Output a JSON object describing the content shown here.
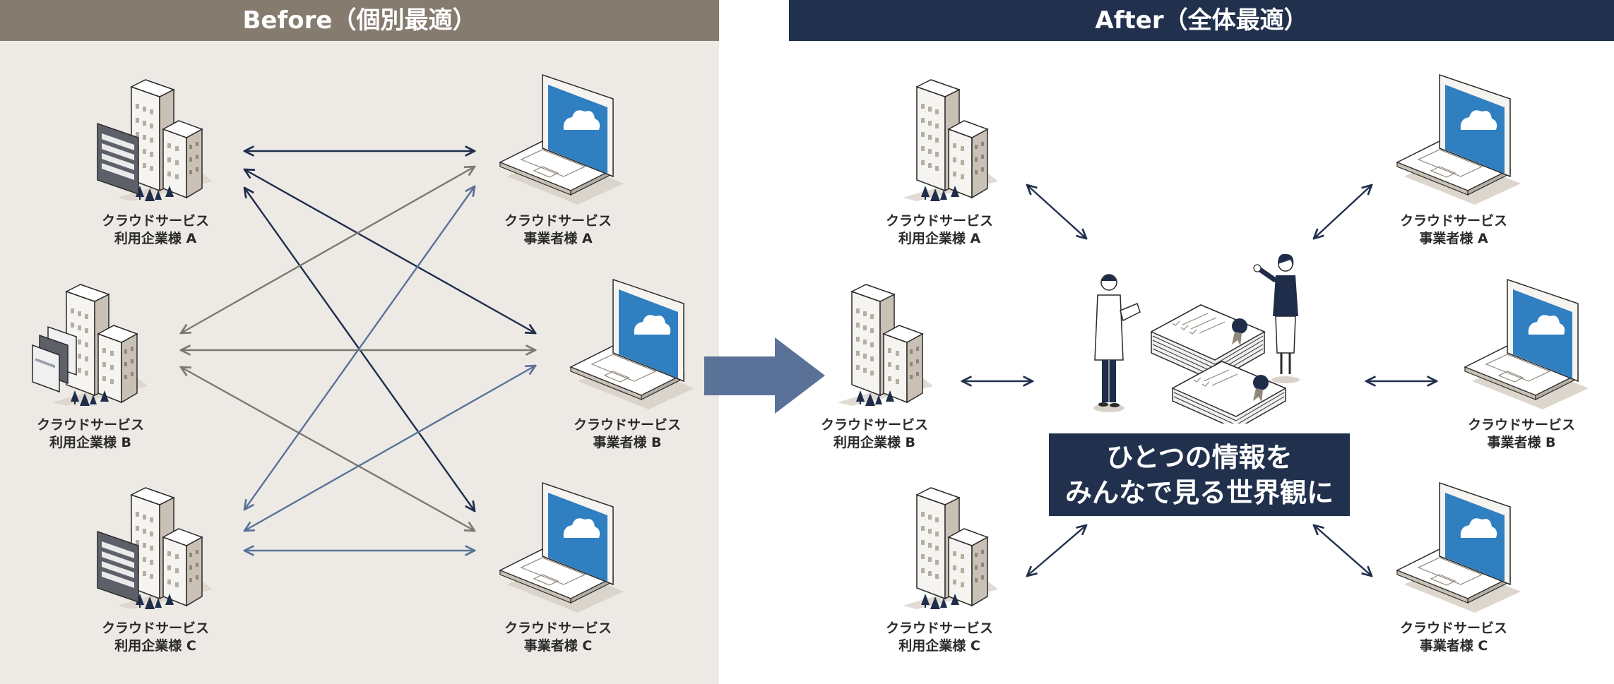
{
  "before": {
    "title": "Before（個別最適）",
    "header_color": "#857b6f",
    "bg_color": "#edeae6",
    "nodes": [
      {
        "line1": "クラウドサービス",
        "line2": "利用企業様 A"
      },
      {
        "line1": "クラウドサービス",
        "line2": "利用企業様 B"
      },
      {
        "line1": "クラウドサービス",
        "line2": "利用企業様 C"
      },
      {
        "line1": "クラウドサービス",
        "line2": "事業者様 A"
      },
      {
        "line1": "クラウドサービス",
        "line2": "事業者様 B"
      },
      {
        "line1": "クラウドサービス",
        "line2": "事業者様 C"
      }
    ],
    "arrow_colors": {
      "from_a": "#1f2d4b",
      "from_b": "#7b7970",
      "from_c": "#5a7298"
    }
  },
  "transition_arrow_color": "#5a7298",
  "after": {
    "title": "After（全体最適）",
    "header_color": "#21304d",
    "nodes": [
      {
        "line1": "クラウドサービス",
        "line2": "利用企業様 A"
      },
      {
        "line1": "クラウドサービス",
        "line2": "利用企業様 B"
      },
      {
        "line1": "クラウドサービス",
        "line2": "利用企業様 C"
      },
      {
        "line1": "クラウドサービス",
        "line2": "事業者様 A"
      },
      {
        "line1": "クラウドサービス",
        "line2": "事業者様 B"
      },
      {
        "line1": "クラウドサービス",
        "line2": "事業者様 C"
      }
    ],
    "center": {
      "line1": "ひとつの情報を",
      "line2": "みんなで見る世界観に"
    }
  },
  "icons": {
    "building": "office-building-icon",
    "laptop": "laptop-cloud-icon",
    "people": "people-with-documents-icon"
  },
  "colors": {
    "laptop_screen": "#2f7fc1",
    "dark_navy": "#21304d",
    "building_fill": "#f4f2ee",
    "shadow": "#cfc6b8"
  }
}
